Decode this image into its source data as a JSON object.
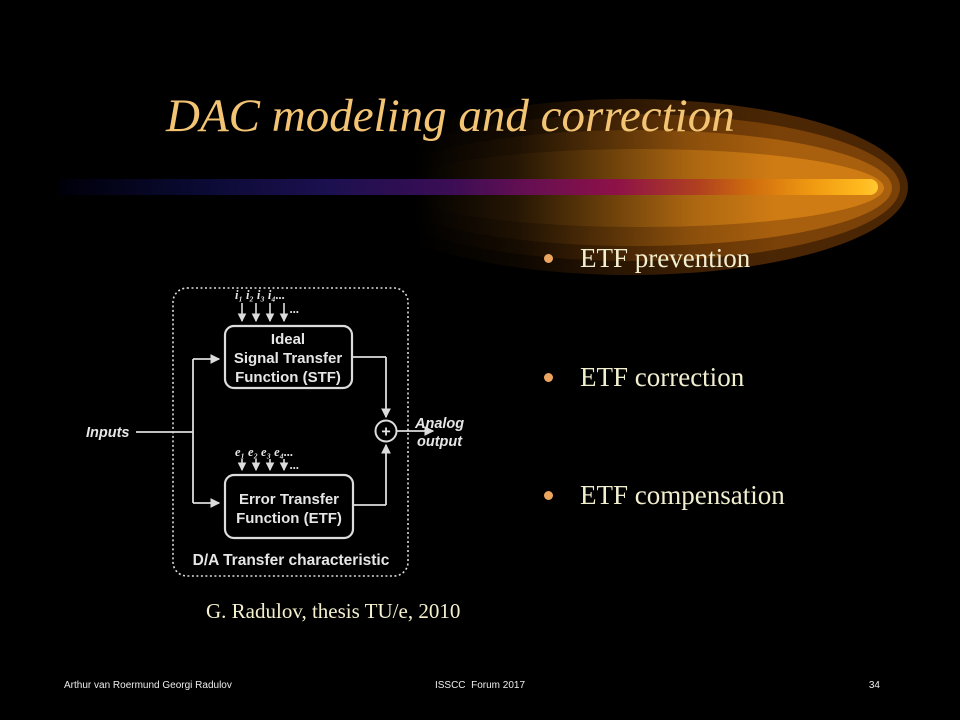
{
  "slide": {
    "title": "DAC modeling and correction",
    "bullets": [
      {
        "label": "ETF prevention"
      },
      {
        "label": "ETF correction"
      },
      {
        "label": "ETF compensation"
      }
    ],
    "citation": "G. Radulov, thesis TU/e, 2010",
    "footer": {
      "authors": "Arthur van Roermund Georgi Radulov",
      "event": "ISSCC  Forum 2017",
      "page_number": "34"
    }
  },
  "diagram": {
    "inputs_label": "Inputs",
    "stf_inputs": "i₁ i₂ i₃ i₄...",
    "etf_inputs": "e₁ e₂ e₃ e₄...",
    "more_dots": "...",
    "stf_box": {
      "line1": "Ideal",
      "line2": "Signal Transfer",
      "line3": "Function (STF)"
    },
    "etf_box": {
      "line1": "Error Transfer",
      "line2": "Function (ETF)"
    },
    "sum_symbol": "+",
    "output_line1": "Analog",
    "output_line2": "output",
    "caption": "D/A Transfer characteristic"
  },
  "colors": {
    "background": "#000000",
    "title": "#F2C474",
    "bullet_text": "#F2EFD0",
    "bullet_dot": "#ECA55E",
    "citation_text": "#F5F1CE",
    "footer_text": "#EDEDED",
    "diagram_stroke": "#DCDCDC"
  }
}
